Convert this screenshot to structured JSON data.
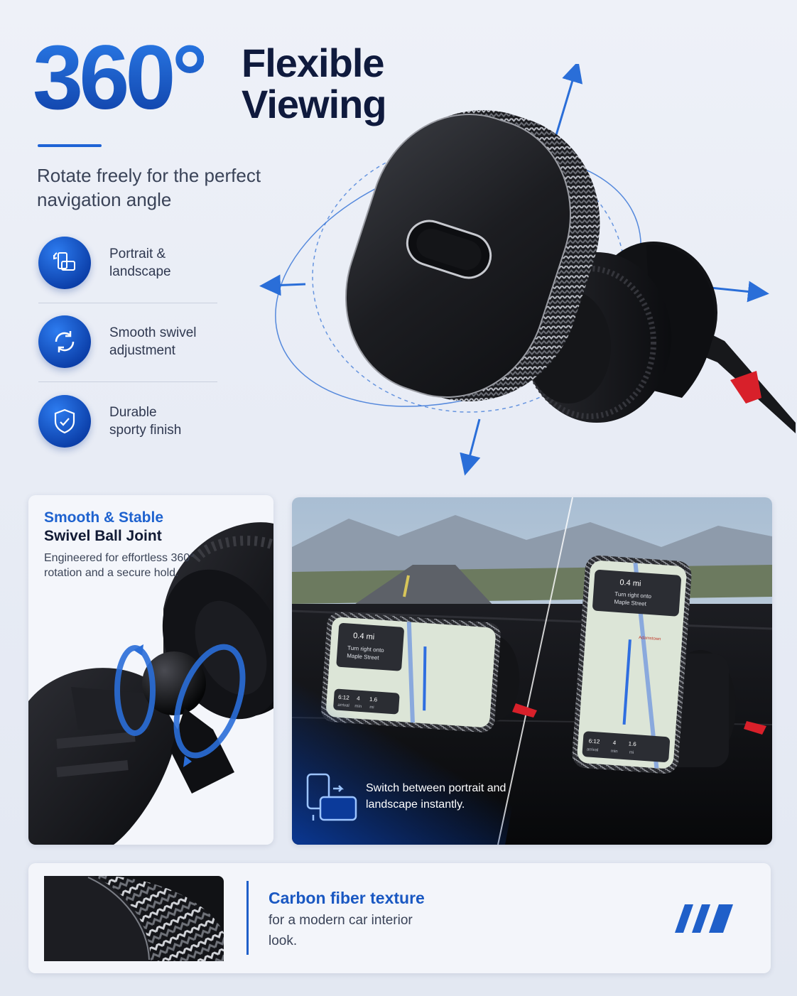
{
  "hero": {
    "big_number": "360°",
    "headline_line1": "Flexible",
    "headline_line2": "Viewing",
    "subtitle": "Rotate freely for the perfect navigation angle"
  },
  "features": [
    {
      "icon": "phone-rotate-icon",
      "label": "Portrait &\nlandscape"
    },
    {
      "icon": "swivel-arrows-icon",
      "label": "Smooth swivel\nadjustment"
    },
    {
      "icon": "shield-check-icon",
      "label": "Durable\nsporty finish"
    }
  ],
  "ball_joint_panel": {
    "title_line1": "Smooth & Stable",
    "title_line2": "Swivel Ball Joint",
    "body": "Engineered for effortless 360° rotation and a secure hold."
  },
  "orientation_panel": {
    "caption": "Switch between portrait and landscape instantly.",
    "nav_distance": "0.4 mi",
    "nav_instruction_line1": "Turn right onto",
    "nav_instruction_line2": "Maple Street",
    "eta_time": "6:12",
    "eta_time_label": "arrival",
    "eta_minutes": "4",
    "eta_minutes_label": "min",
    "eta_miles": "1.6",
    "eta_miles_label": "mi",
    "map_place": "Adamstown"
  },
  "carbon_panel": {
    "title": "Carbon fiber texture",
    "body": "for a modern car interior look."
  },
  "colors": {
    "accent_blue": "#1f63d6",
    "dark_navy": "#0f1a3d",
    "mount_red": "#d8202a"
  }
}
